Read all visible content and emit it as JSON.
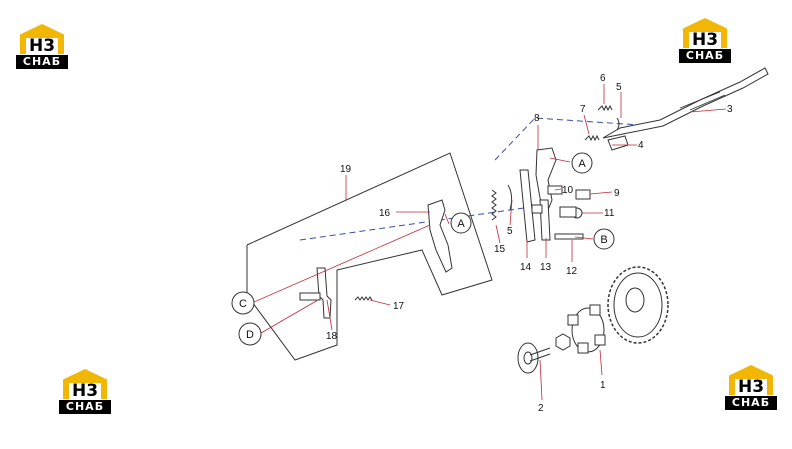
{
  "logo": {
    "mark": "H3",
    "text": "СНАБ",
    "color": "#f2b705"
  },
  "parts": [
    "1",
    "2",
    "3",
    "4",
    "5",
    "5",
    "6",
    "7",
    "8",
    "9",
    "10",
    "11",
    "12",
    "13",
    "14",
    "15",
    "16",
    "17",
    "18",
    "19"
  ],
  "refs": [
    "A",
    "A",
    "B",
    "C",
    "D"
  ],
  "colors": {
    "leader": "#c0283a",
    "dash": "#3a4fa8",
    "outline": "#333333"
  }
}
